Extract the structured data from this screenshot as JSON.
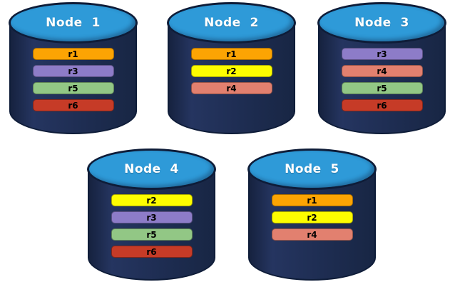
{
  "diagram": {
    "description": "Five database node cylinders showing replica placement",
    "background_color": "#FFFFFF",
    "cylinder": {
      "body_color": "#1E2D52",
      "outline_color": "#0E1C38",
      "top_ellipse_color": "#2E9AD8",
      "title_text_color": "#FFFFFF",
      "bar_text_color": "#000000"
    },
    "replica_colors": {
      "r1": "#FCA403",
      "r2": "#FDFD00",
      "r3": "#8D7CC8",
      "r4": "#E2806F",
      "r5": "#92C785",
      "r6": "#C63B27"
    },
    "nodes": [
      {
        "title": "Node  1",
        "replicas": [
          "r1",
          "r3",
          "r5",
          "r6"
        ]
      },
      {
        "title": "Node  2",
        "replicas": [
          "r1",
          "r2",
          "r4"
        ]
      },
      {
        "title": "Node  3",
        "replicas": [
          "r3",
          "r4",
          "r5",
          "r6"
        ]
      },
      {
        "title": "Node  4",
        "replicas": [
          "r2",
          "r3",
          "r5",
          "r6"
        ]
      },
      {
        "title": "Node  5",
        "replicas": [
          "r1",
          "r2",
          "r4"
        ]
      }
    ]
  }
}
